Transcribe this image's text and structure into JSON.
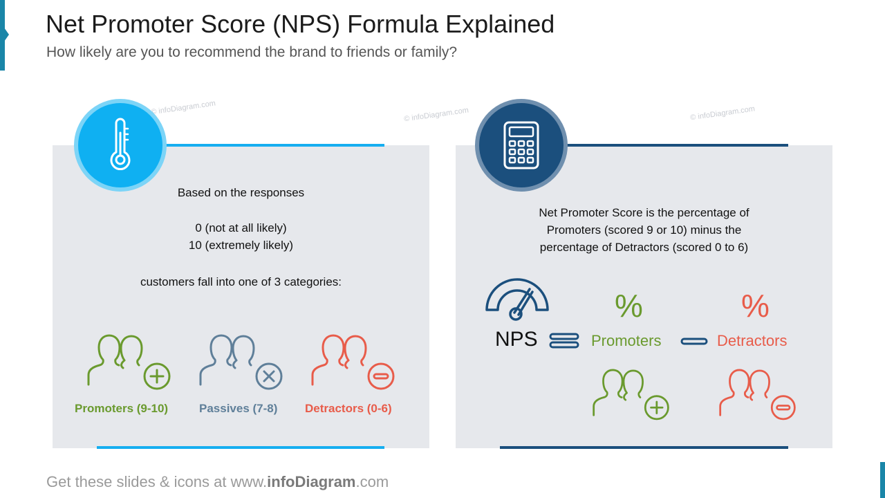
{
  "header": {
    "title": "Net Promoter Score (NPS) Formula Explained",
    "subtitle": "How likely are you to recommend the brand to friends or family?"
  },
  "left_panel": {
    "line1": "Based on the responses",
    "line2": "0 (not at all likely)",
    "line3": "10 (extremely likely)",
    "line4": "customers fall into one of 3 categories:",
    "categories": [
      {
        "label": "Promoters  (9-10)",
        "icon": "users-plus-icon",
        "color": "#6a9a2e"
      },
      {
        "label": "Passives  (7-8)",
        "icon": "users-x-icon",
        "color": "#5f7f99"
      },
      {
        "label": "Detractors  (0-6)",
        "icon": "users-minus-icon",
        "color": "#e85c4a"
      }
    ]
  },
  "right_panel": {
    "line1": "Net Promoter Score is the percentage of",
    "line2": "Promoters (scored 9 or 10) minus the",
    "line3": "percentage of Detractors (scored 0 to 6)",
    "nps_label": "NPS",
    "promoters_pct": "%",
    "detractors_pct": "%",
    "promoters_label": "Promoters",
    "detractors_label": "Detractors"
  },
  "watermark": "© infoDiagram.com",
  "footer": {
    "prefix": "Get these slides & icons at www.",
    "brand": "infoDiagram",
    "suffix": ".com"
  },
  "colors": {
    "accent_light_blue": "#0fb0f2",
    "accent_dark_blue": "#1b4f7d",
    "promoters_green": "#6a9a2e",
    "passives_gray_blue": "#5f7f99",
    "detractors_red": "#e85c4a"
  }
}
